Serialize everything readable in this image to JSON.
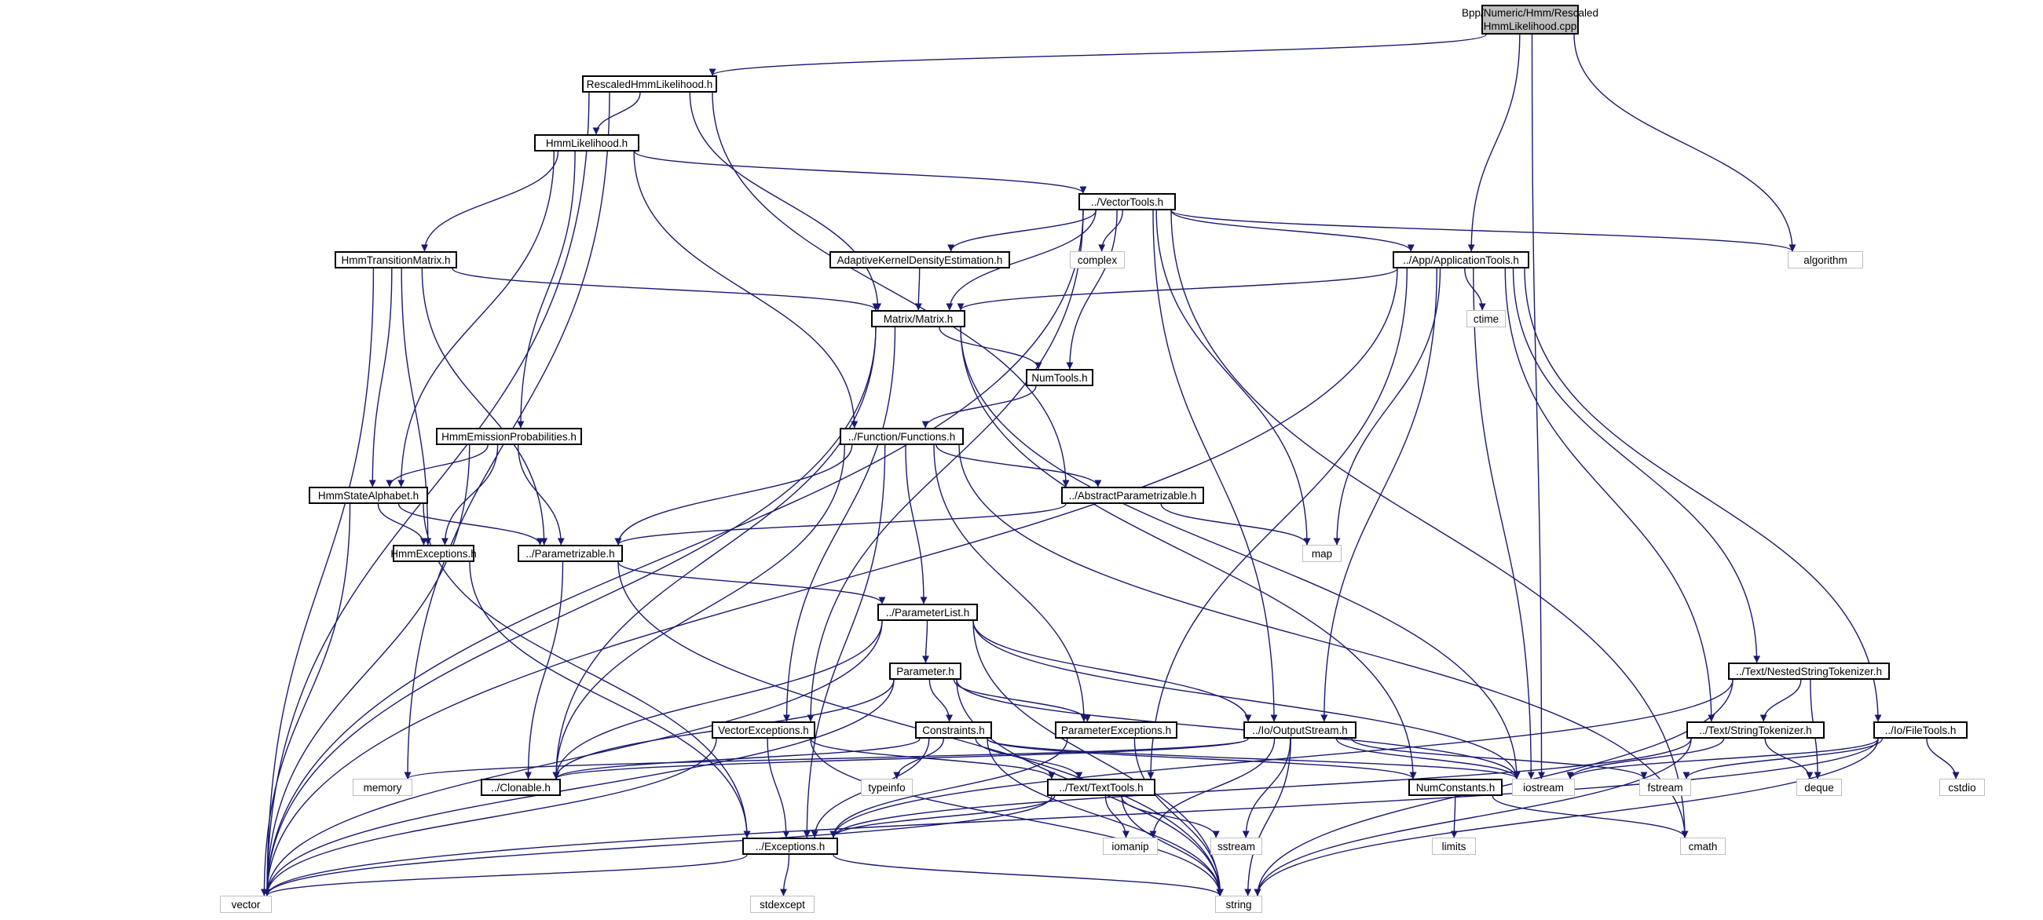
{
  "diagram": {
    "type": "include-dependency-graph",
    "edge_color": "#191970",
    "focus_fill": "#bfbfbf",
    "system_border": "#bfbfbf",
    "nodes": [
      {
        "id": "root",
        "label": "Bpp/Numeric/Hmm/Rescaled HmmLikelihood.cpp",
        "kind": "focus"
      },
      {
        "id": "rhl",
        "label": "RescaledHmmLikelihood.h",
        "kind": "project"
      },
      {
        "id": "hl",
        "label": "HmmLikelihood.h",
        "kind": "project"
      },
      {
        "id": "vt",
        "label": "../VectorTools.h",
        "kind": "project"
      },
      {
        "id": "htm",
        "label": "HmmTransitionMatrix.h",
        "kind": "project"
      },
      {
        "id": "akde",
        "label": "AdaptiveKernelDensityEstimation.h",
        "kind": "project"
      },
      {
        "id": "complex",
        "label": "complex",
        "kind": "system"
      },
      {
        "id": "apptools",
        "label": "../App/ApplicationTools.h",
        "kind": "project"
      },
      {
        "id": "algorithm",
        "label": "algorithm",
        "kind": "system"
      },
      {
        "id": "matrix",
        "label": "Matrix/Matrix.h",
        "kind": "project"
      },
      {
        "id": "ctime",
        "label": "ctime",
        "kind": "system"
      },
      {
        "id": "numtools",
        "label": "NumTools.h",
        "kind": "project"
      },
      {
        "id": "hep",
        "label": "HmmEmissionProbabilities.h",
        "kind": "project"
      },
      {
        "id": "functions",
        "label": "../Function/Functions.h",
        "kind": "project"
      },
      {
        "id": "hsa",
        "label": "HmmStateAlphabet.h",
        "kind": "project"
      },
      {
        "id": "absparam",
        "label": "../AbstractParametrizable.h",
        "kind": "project"
      },
      {
        "id": "hexc",
        "label": "HmmExceptions.h",
        "kind": "project"
      },
      {
        "id": "param",
        "label": "../Parametrizable.h",
        "kind": "project"
      },
      {
        "id": "map",
        "label": "map",
        "kind": "system"
      },
      {
        "id": "plist",
        "label": "../ParameterList.h",
        "kind": "project"
      },
      {
        "id": "nst",
        "label": "../Text/NestedStringTokenizer.h",
        "kind": "project"
      },
      {
        "id": "parameter",
        "label": "Parameter.h",
        "kind": "project"
      },
      {
        "id": "vexc",
        "label": "VectorExceptions.h",
        "kind": "project"
      },
      {
        "id": "constraints",
        "label": "Constraints.h",
        "kind": "project"
      },
      {
        "id": "pexc",
        "label": "ParameterExceptions.h",
        "kind": "project"
      },
      {
        "id": "ostream",
        "label": "../Io/OutputStream.h",
        "kind": "project"
      },
      {
        "id": "stok",
        "label": "../Text/StringTokenizer.h",
        "kind": "project"
      },
      {
        "id": "filetools",
        "label": "../Io/FileTools.h",
        "kind": "project"
      },
      {
        "id": "memory",
        "label": "memory",
        "kind": "system"
      },
      {
        "id": "clonable",
        "label": "../Clonable.h",
        "kind": "project"
      },
      {
        "id": "typeinfo",
        "label": "typeinfo",
        "kind": "system"
      },
      {
        "id": "texttools",
        "label": "../Text/TextTools.h",
        "kind": "project"
      },
      {
        "id": "numconst",
        "label": "NumConstants.h",
        "kind": "project"
      },
      {
        "id": "iostream",
        "label": "iostream",
        "kind": "system"
      },
      {
        "id": "fstream",
        "label": "fstream",
        "kind": "system"
      },
      {
        "id": "deque",
        "label": "deque",
        "kind": "system"
      },
      {
        "id": "cstdio",
        "label": "cstdio",
        "kind": "system"
      },
      {
        "id": "limits",
        "label": "limits",
        "kind": "system"
      },
      {
        "id": "exceptions",
        "label": "../Exceptions.h",
        "kind": "project"
      },
      {
        "id": "iomanip",
        "label": "iomanip",
        "kind": "system"
      },
      {
        "id": "sstream",
        "label": "sstream",
        "kind": "system"
      },
      {
        "id": "cmath",
        "label": "cmath",
        "kind": "system"
      },
      {
        "id": "vector",
        "label": "vector",
        "kind": "system"
      },
      {
        "id": "stdexcept",
        "label": "stdexcept",
        "kind": "system"
      },
      {
        "id": "string",
        "label": "string",
        "kind": "system"
      }
    ],
    "edges": [
      [
        "root",
        "rhl"
      ],
      [
        "root",
        "apptools"
      ],
      [
        "root",
        "algorithm"
      ],
      [
        "root",
        "iostream"
      ],
      [
        "rhl",
        "hl"
      ],
      [
        "rhl",
        "matrix"
      ],
      [
        "rhl",
        "absparam"
      ],
      [
        "rhl",
        "vector"
      ],
      [
        "rhl",
        "memory"
      ],
      [
        "hl",
        "htm"
      ],
      [
        "hl",
        "hep"
      ],
      [
        "hl",
        "hsa"
      ],
      [
        "hl",
        "vt"
      ],
      [
        "hl",
        "functions"
      ],
      [
        "vt",
        "akde"
      ],
      [
        "vt",
        "complex"
      ],
      [
        "vt",
        "apptools"
      ],
      [
        "vt",
        "matrix"
      ],
      [
        "vt",
        "numtools"
      ],
      [
        "vt",
        "map"
      ],
      [
        "vt",
        "algorithm"
      ],
      [
        "vt",
        "vexc"
      ],
      [
        "vt",
        "ostream"
      ],
      [
        "vt",
        "vector"
      ],
      [
        "vt",
        "cmath"
      ],
      [
        "htm",
        "matrix"
      ],
      [
        "htm",
        "hsa"
      ],
      [
        "htm",
        "hexc"
      ],
      [
        "htm",
        "param"
      ],
      [
        "htm",
        "vector"
      ],
      [
        "akde",
        "matrix"
      ],
      [
        "apptools",
        "matrix"
      ],
      [
        "apptools",
        "ctime"
      ],
      [
        "apptools",
        "map"
      ],
      [
        "apptools",
        "ostream"
      ],
      [
        "apptools",
        "texttools"
      ],
      [
        "apptools",
        "stok"
      ],
      [
        "apptools",
        "nst"
      ],
      [
        "apptools",
        "filetools"
      ],
      [
        "apptools",
        "iostream"
      ],
      [
        "apptools",
        "vector"
      ],
      [
        "matrix",
        "numtools"
      ],
      [
        "matrix",
        "vexc"
      ],
      [
        "matrix",
        "clonable"
      ],
      [
        "matrix",
        "iostream"
      ],
      [
        "matrix",
        "numconst"
      ],
      [
        "matrix",
        "vector"
      ],
      [
        "numtools",
        "functions"
      ],
      [
        "hep",
        "hsa"
      ],
      [
        "hep",
        "hexc"
      ],
      [
        "hep",
        "param"
      ],
      [
        "hep",
        "vector"
      ],
      [
        "functions",
        "absparam"
      ],
      [
        "functions",
        "param"
      ],
      [
        "functions",
        "plist"
      ],
      [
        "functions",
        "pexc"
      ],
      [
        "functions",
        "exceptions"
      ],
      [
        "functions",
        "clonable"
      ],
      [
        "functions",
        "cmath"
      ],
      [
        "hsa",
        "hexc"
      ],
      [
        "hsa",
        "param"
      ],
      [
        "hsa",
        "exceptions"
      ],
      [
        "hsa",
        "vector"
      ],
      [
        "absparam",
        "param"
      ],
      [
        "absparam",
        "map"
      ],
      [
        "hexc",
        "exceptions"
      ],
      [
        "param",
        "plist"
      ],
      [
        "param",
        "clonable"
      ],
      [
        "param",
        "string"
      ],
      [
        "plist",
        "parameter"
      ],
      [
        "plist",
        "clonable"
      ],
      [
        "plist",
        "ostream"
      ],
      [
        "plist",
        "iostream"
      ],
      [
        "plist",
        "vector"
      ],
      [
        "plist",
        "string"
      ],
      [
        "nst",
        "stok"
      ],
      [
        "nst",
        "deque"
      ],
      [
        "nst",
        "exceptions"
      ],
      [
        "nst",
        "string"
      ],
      [
        "parameter",
        "constraints"
      ],
      [
        "parameter",
        "pexc"
      ],
      [
        "parameter",
        "clonable"
      ],
      [
        "parameter",
        "iostream"
      ],
      [
        "parameter",
        "string"
      ],
      [
        "parameter",
        "vector"
      ],
      [
        "vexc",
        "exceptions"
      ],
      [
        "vexc",
        "texttools"
      ],
      [
        "vexc",
        "vector"
      ],
      [
        "vexc",
        "string"
      ],
      [
        "constraints",
        "clonable"
      ],
      [
        "constraints",
        "typeinfo"
      ],
      [
        "constraints",
        "exceptions"
      ],
      [
        "constraints",
        "texttools"
      ],
      [
        "constraints",
        "numconst"
      ],
      [
        "constraints",
        "iostream"
      ],
      [
        "constraints",
        "string"
      ],
      [
        "pexc",
        "exceptions"
      ],
      [
        "pexc",
        "string"
      ],
      [
        "ostream",
        "clonable"
      ],
      [
        "ostream",
        "iostream"
      ],
      [
        "ostream",
        "fstream"
      ],
      [
        "ostream",
        "iomanip"
      ],
      [
        "ostream",
        "sstream"
      ],
      [
        "ostream",
        "string"
      ],
      [
        "ostream",
        "memory"
      ],
      [
        "stok",
        "iostream"
      ],
      [
        "stok",
        "deque"
      ],
      [
        "stok",
        "exceptions"
      ],
      [
        "stok",
        "string"
      ],
      [
        "filetools",
        "iostream"
      ],
      [
        "filetools",
        "fstream"
      ],
      [
        "filetools",
        "cstdio"
      ],
      [
        "filetools",
        "vector"
      ],
      [
        "filetools",
        "string"
      ],
      [
        "texttools",
        "exceptions"
      ],
      [
        "texttools",
        "iomanip"
      ],
      [
        "texttools",
        "sstream"
      ],
      [
        "texttools",
        "vector"
      ],
      [
        "texttools",
        "string"
      ],
      [
        "numconst",
        "limits"
      ],
      [
        "numconst",
        "cmath"
      ],
      [
        "exceptions",
        "stdexcept"
      ],
      [
        "exceptions",
        "vector"
      ],
      [
        "exceptions",
        "string"
      ]
    ]
  }
}
